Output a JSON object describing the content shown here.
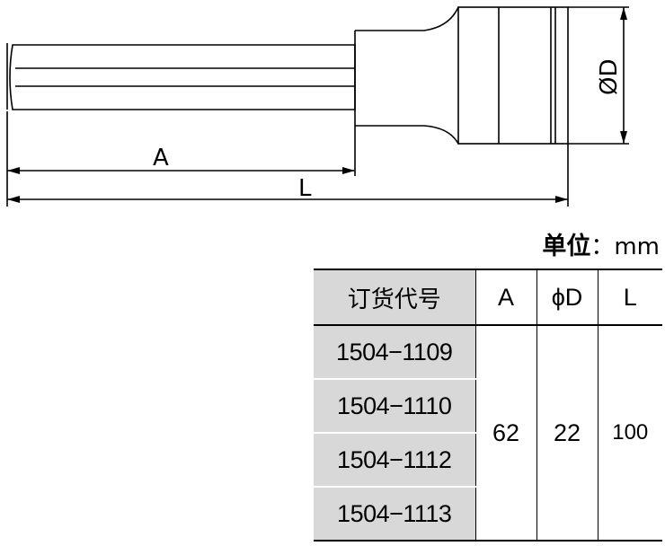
{
  "drawing": {
    "dim_a": "A",
    "dim_l": "L",
    "dim_d": "ØD"
  },
  "unit": {
    "label": "单位",
    "value": "：mm"
  },
  "table": {
    "headers": [
      "订货代号",
      "A",
      "ϕD",
      "L"
    ],
    "codes": [
      "1504−1109",
      "1504−1110",
      "1504−1112",
      "1504−1113"
    ],
    "a": "62",
    "d": "22",
    "l": "100"
  }
}
